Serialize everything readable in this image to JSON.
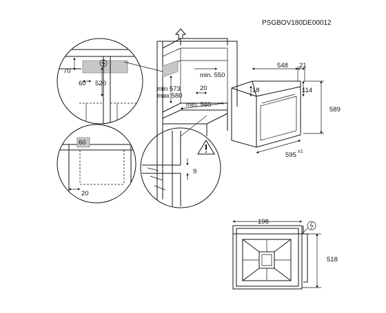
{
  "header": {
    "code": "PSGBOV180DE00012"
  },
  "detail_top": {
    "d_70": "70",
    "d_60": "60",
    "d_520": "520"
  },
  "detail_bottom": {
    "d_60": "60",
    "d_20": "20"
  },
  "cabinet": {
    "min_573": "min 573",
    "max_580": "max 580",
    "min_550": "min. 550",
    "d_20": "20",
    "min_560": "min. 560"
  },
  "detail_edge": {
    "d_9": "9"
  },
  "oven": {
    "d_548": "548",
    "d_21": "21",
    "d_18": "18",
    "d_114": "114",
    "d_589": "589",
    "d_595": "595",
    "d_595_tol": "±1"
  },
  "plan": {
    "d_198": "198",
    "d_518": "518"
  }
}
